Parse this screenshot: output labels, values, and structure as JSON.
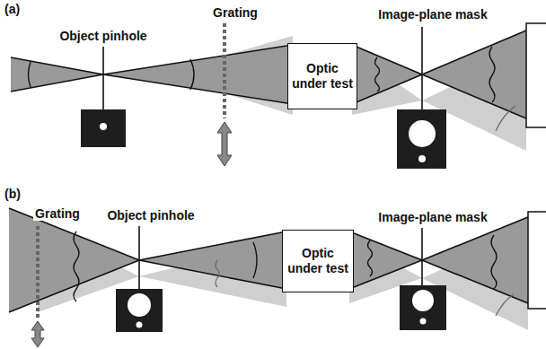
{
  "diagram": {
    "nodes": [
      {
        "text": [
          "Optic under test"
        ]
      },
      {
        "text": [
          "Optic under test"
        ]
      }
    ],
    "labels": [
      "(a)",
      "Object pinhole",
      "Grating",
      "Image-plane mask",
      "(b)",
      "Grating",
      "Object pinhole",
      "Image-plane mask"
    ]
  }
}
